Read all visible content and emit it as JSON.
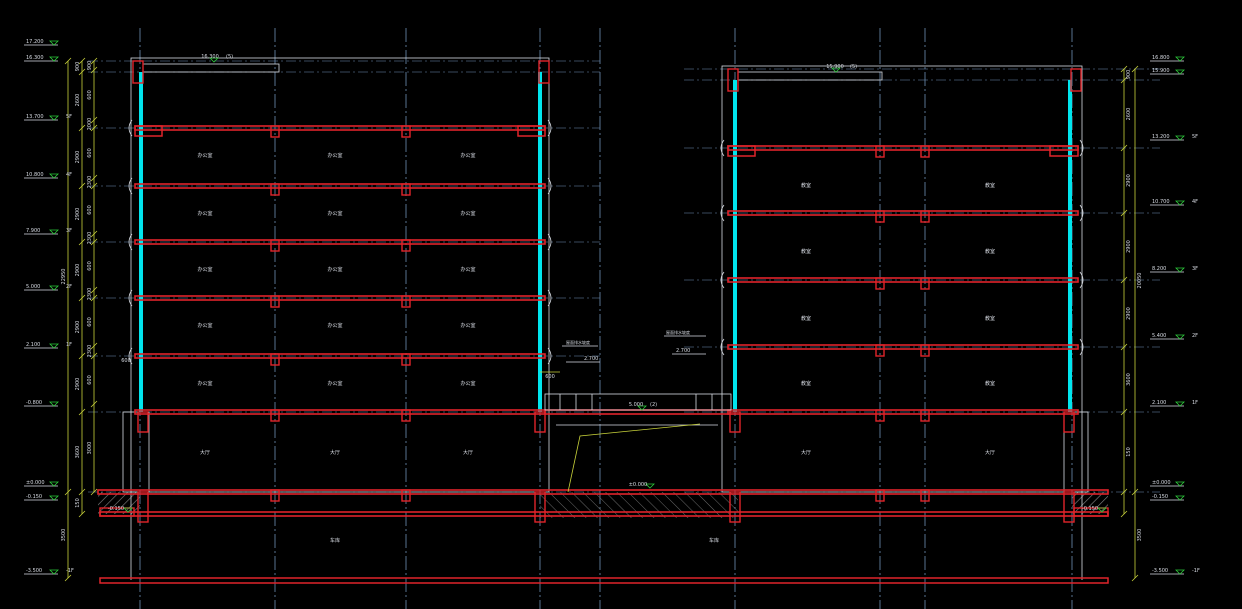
{
  "drawing": {
    "colors": {
      "background": "#000000",
      "slab": "#e0242a",
      "wall": "#e0242a",
      "glass": "#00e5ee",
      "grid": "#6f8fb5",
      "line": "#d8dce4",
      "dim": "#c8d23a",
      "level": "#2dcc3b",
      "text": "#d8dce4",
      "hatch": "#8a8a8a"
    },
    "left_levels": [
      {
        "value": "17.200",
        "tag": ""
      },
      {
        "value": "16.300",
        "tag": ""
      },
      {
        "value": "13.700",
        "tag": "5F"
      },
      {
        "value": "10.800",
        "tag": "4F"
      },
      {
        "value": "7.900",
        "tag": "3F"
      },
      {
        "value": "5.000",
        "tag": "2F"
      },
      {
        "value": "2.100",
        "tag": "1F"
      },
      {
        "value": "-0.800",
        "tag": ""
      },
      {
        "value": "±0.000",
        "tag": ""
      },
      {
        "value": "-0.150",
        "tag": ""
      },
      {
        "value": "-3.500",
        "tag": "-1F"
      }
    ],
    "right_levels": [
      {
        "value": "16.800",
        "tag": ""
      },
      {
        "value": "15.900",
        "tag": ""
      },
      {
        "value": "13.200",
        "tag": "5F"
      },
      {
        "value": "10.700",
        "tag": "4F"
      },
      {
        "value": "8.200",
        "tag": "3F"
      },
      {
        "value": "5.400",
        "tag": "2F"
      },
      {
        "value": "2.100",
        "tag": "1F"
      },
      {
        "value": "±0.000",
        "tag": ""
      },
      {
        "value": "-0.150",
        "tag": ""
      },
      {
        "value": "-3.500",
        "tag": "-1F"
      }
    ],
    "left_dims_outer": [
      "22950",
      "3500"
    ],
    "left_dims_inner": [
      "900",
      "2600",
      "2900",
      "2900",
      "2900",
      "2900",
      "2900",
      "3600",
      "150"
    ],
    "left_dims_sub": [
      "900",
      "600",
      "2000",
      "600",
      "2300",
      "600",
      "2300",
      "600",
      "2300",
      "600",
      "2300",
      "600",
      "3000",
      "150"
    ],
    "right_dims_outer": [
      "20050",
      "3500"
    ],
    "right_dims_inner": [
      "900",
      "2600",
      "2900",
      "2900",
      "2900",
      "3600",
      "150"
    ],
    "roof_notes": [
      {
        "value": "16.300",
        "tag": "(5)"
      },
      {
        "value": "15.900",
        "tag": "(5)"
      }
    ],
    "bridge_note": {
      "value": "5.000",
      "tag": "(2)"
    },
    "ground_notes": [
      "-0.150",
      "±0.000",
      "-0.150"
    ],
    "side_notes": [
      {
        "text": "屋面排水坡度",
        "value": "2.700"
      },
      {
        "text": "屋面排水坡度",
        "value": "2.700"
      }
    ],
    "dim_600": [
      "600",
      "600"
    ],
    "left_rooms": [
      [
        "办公室",
        "办公室",
        "办公室"
      ],
      [
        "办公室",
        "办公室",
        "办公室"
      ],
      [
        "办公室",
        "办公室",
        "办公室"
      ],
      [
        "办公室",
        "办公室",
        "办公室"
      ],
      [
        "办公室",
        "办公室",
        "办公室"
      ],
      [
        "大厅",
        "大厅",
        "大厅"
      ],
      [
        "",
        "车库",
        ""
      ]
    ],
    "right_rooms": [
      [
        "教室",
        "教室"
      ],
      [
        "教室",
        "教室"
      ],
      [
        "教室",
        "教室"
      ],
      [
        "教室",
        "教室"
      ],
      [
        "大厅",
        "大厅"
      ],
      [
        "车库",
        ""
      ]
    ]
  }
}
